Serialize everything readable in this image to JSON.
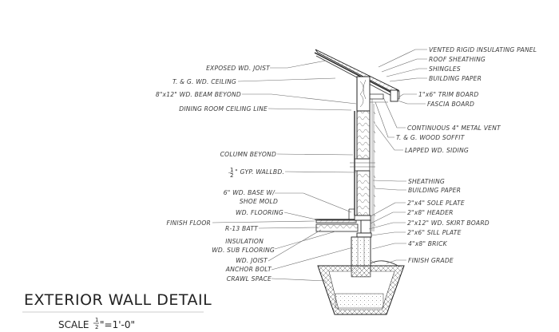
{
  "title": "EXTERIOR WALL DETAIL",
  "scale": {
    "prefix": "SCALE",
    "num": "1",
    "den": "2",
    "suffix": "\"=1'-0\""
  },
  "labels_left": [
    "EXPOSED WD. JOIST",
    "T. & G. WD. CEILING",
    "8\"x12\" WD. BEAM BEYOND",
    "DINING ROOM CEILING LINE",
    "COLUMN BEYOND",
    "\" GYP. WALLBD.",
    "6\" WD. BASE W/",
    "SHOE MOLD",
    "WD. FLOORING",
    "FINISH FLOOR",
    "R-13 BATT",
    "INSULATION",
    "WD. SUB FLOORING",
    "WD. JOIST",
    "ANCHOR BOLT",
    "CRAWL SPACE"
  ],
  "gyp_fraction": {
    "num": "1",
    "den": "2"
  },
  "labels_right": [
    "VENTED RIGID INSULATING PANEL",
    "ROOF SHEATHING",
    "SHINGLES",
    "BUILDING PAPER",
    "1\"x6\" TRIM BOARD",
    "FASCIA BOARD",
    "CONTINUOUS 4\" METAL VENT",
    "T. & G. WOOD SOFFIT",
    "LAPPED WD. SIDING",
    "SHEATHING",
    "BUILDING PAPER",
    "2\"x4\" SOLE PLATE",
    "2\"x8\" HEADER",
    "2\"x12\" WD. SKIRT BOARD",
    "2\"x6\" SILL PLATE",
    "4\"x8\" BRICK",
    "FINISH GRADE"
  ]
}
